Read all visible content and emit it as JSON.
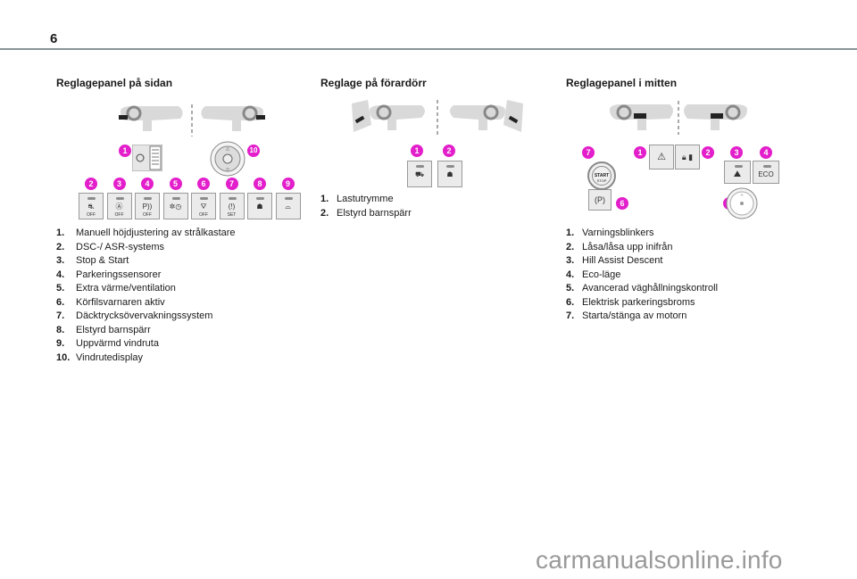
{
  "page": {
    "number": "6"
  },
  "sections": [
    {
      "title": "Reglagepanel på sidan",
      "items": [
        {
          "num": "1.",
          "label": "Manuell höjdjustering av strålkastare"
        },
        {
          "num": "2.",
          "label": "DSC-/ ASR-systems"
        },
        {
          "num": "3.",
          "label": "Stop & Start"
        },
        {
          "num": "4.",
          "label": "Parkeringssensorer"
        },
        {
          "num": "5.",
          "label": "Extra värme/ventilation"
        },
        {
          "num": "6.",
          "label": "Körfilsvarnaren aktiv"
        },
        {
          "num": "7.",
          "label": "Däcktrycksövervakningssystem"
        },
        {
          "num": "8.",
          "label": "Elstyrd barnspärr"
        },
        {
          "num": "9.",
          "label": "Uppvärmd vindruta"
        },
        {
          "num": "10.",
          "label": "Vindrutedisplay"
        }
      ],
      "badges": [
        "1",
        "2",
        "3",
        "4",
        "5",
        "6",
        "7",
        "8",
        "9",
        "10"
      ],
      "buttons": [
        {
          "icon": "dsc-off-icon",
          "glyph": "⛐",
          "sub": "OFF"
        },
        {
          "icon": "stop-start-off-icon",
          "glyph": "Ⓐ",
          "sub": "OFF"
        },
        {
          "icon": "park-sensor-off-icon",
          "glyph": "P))",
          "sub": "OFF"
        },
        {
          "icon": "extra-heat-timer-icon",
          "glyph": "✲◷",
          "sub": ""
        },
        {
          "icon": "lane-warning-off-icon",
          "glyph": "⛛",
          "sub": "OFF"
        },
        {
          "icon": "tire-pressure-icon",
          "glyph": "(!)",
          "sub": "SET"
        },
        {
          "icon": "child-lock-icon",
          "glyph": "☗",
          "sub": ""
        },
        {
          "icon": "heated-windscreen-icon",
          "glyph": "⌓",
          "sub": ""
        }
      ]
    },
    {
      "title": "Reglage på förardörr",
      "items": [
        {
          "num": "1.",
          "label": "Lastutrymme"
        },
        {
          "num": "2.",
          "label": "Elstyrd barnspärr"
        }
      ],
      "badges": [
        "1",
        "2"
      ],
      "buttons": [
        {
          "icon": "tailgate-icon",
          "glyph": "⛟",
          "sub": ""
        },
        {
          "icon": "child-lock-icon",
          "glyph": "☗",
          "sub": ""
        }
      ]
    },
    {
      "title": "Reglagepanel i mitten",
      "items": [
        {
          "num": "1.",
          "label": "Varningsblinkers"
        },
        {
          "num": "2.",
          "label": "Låsa/låsa upp inifrån"
        },
        {
          "num": "3.",
          "label": "Hill Assist Descent"
        },
        {
          "num": "4.",
          "label": "Eco-läge"
        },
        {
          "num": "5.",
          "label": "Avancerad väghållningskontroll"
        },
        {
          "num": "6.",
          "label": "Elektrisk parkeringsbroms"
        },
        {
          "num": "7.",
          "label": "Starta/stänga av motorn"
        }
      ],
      "badges": [
        "1",
        "2",
        "3",
        "4",
        "5",
        "6",
        "7"
      ],
      "buttons": [
        {
          "icon": "hazard-icon",
          "glyph": "⚠",
          "sub": ""
        },
        {
          "icon": "central-lock-icon",
          "glyph": "🔒︎ ▮",
          "sub": ""
        },
        {
          "icon": "hill-descent-icon",
          "glyph": "⛰",
          "sub": ""
        },
        {
          "icon": "eco-mode-icon",
          "glyph": "ECO",
          "sub": ""
        },
        {
          "icon": "parking-brake-icon",
          "glyph": "(P)",
          "sub": ""
        }
      ],
      "start_stop": {
        "line1": "START",
        "line2": "STOP"
      }
    }
  ],
  "watermark": "carmanualsonline.info",
  "colors": {
    "badge": "#e31ecb",
    "rule": "#8a9595"
  }
}
